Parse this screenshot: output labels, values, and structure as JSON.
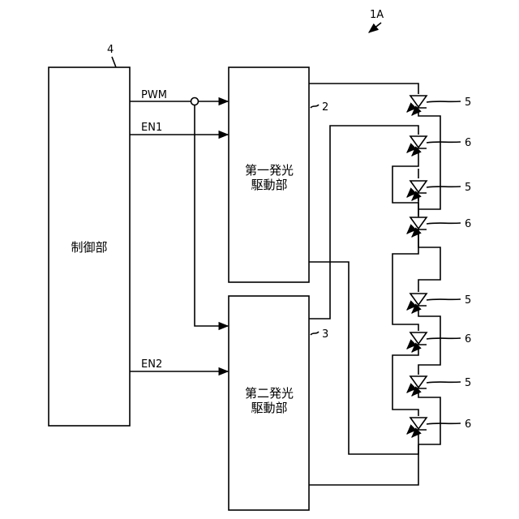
{
  "figure": {
    "ref": "1A"
  },
  "blocks": {
    "controller": {
      "ref": "4",
      "label": "制御部"
    },
    "driver1": {
      "ref": "2",
      "line1": "第一発光",
      "line2": "駆動部"
    },
    "driver2": {
      "ref": "3",
      "line1": "第二発光",
      "line2": "駆動部"
    }
  },
  "signals": {
    "pwm": "PWM",
    "en1": "EN1",
    "en2": "EN2"
  },
  "leds": [
    {
      "ref": "5"
    },
    {
      "ref": "6"
    },
    {
      "ref": "5"
    },
    {
      "ref": "6"
    },
    {
      "ref": "5"
    },
    {
      "ref": "6"
    },
    {
      "ref": "5"
    },
    {
      "ref": "6"
    }
  ]
}
